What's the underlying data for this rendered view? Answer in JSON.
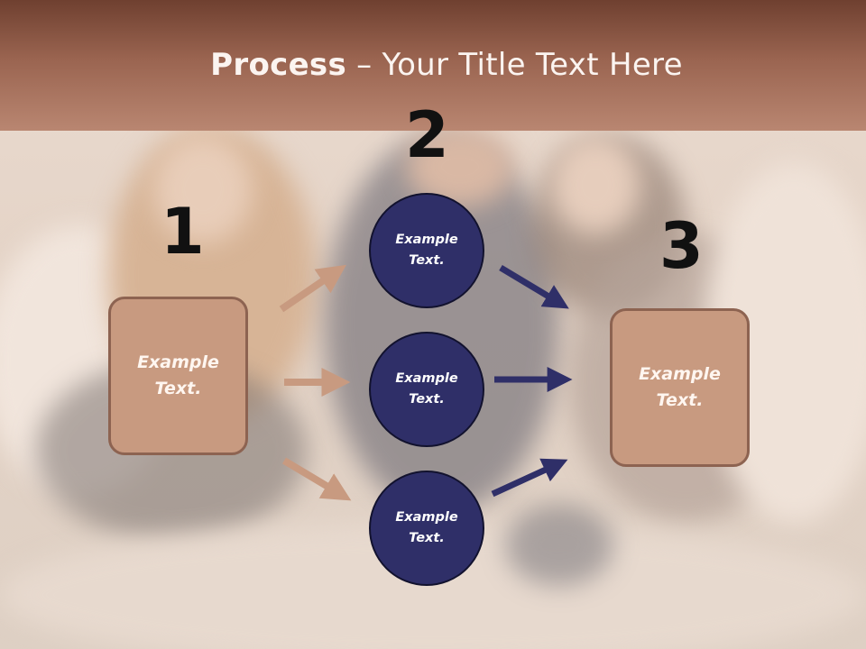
{
  "slide": {
    "title_bold": "Process",
    "title_rest": " – Your Title Text Here"
  },
  "steps": {
    "one": "1",
    "two": "2",
    "three": "3"
  },
  "boxes": {
    "left_line1": "Example",
    "left_line2": "Text.",
    "right_line1": "Example",
    "right_line2": "Text."
  },
  "circles": [
    {
      "line1": "Example",
      "line2": "Text."
    },
    {
      "line1": "Example",
      "line2": "Text."
    },
    {
      "line1": "Example",
      "line2": "Text."
    }
  ],
  "colors": {
    "header": "#9a6450",
    "box_fill": "#c89a80",
    "circle_fill": "#2f2f68",
    "arrow_left": "#c89a80",
    "arrow_right": "#2f2f68"
  },
  "background": {
    "description_icon": "photo-three-people-on-couch"
  }
}
